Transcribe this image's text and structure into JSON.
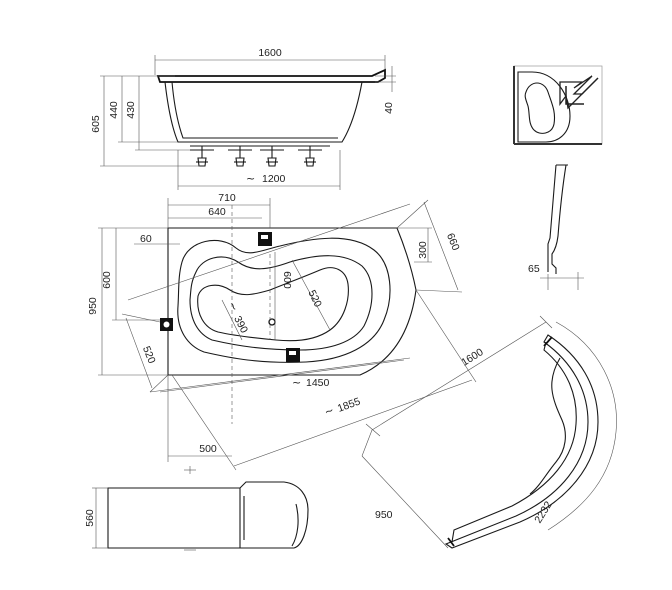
{
  "dimensions": {
    "side_length": "1600",
    "side_height_total": "605",
    "side_height_440": "440",
    "side_height_430": "430",
    "rim_40": "40",
    "legs_span": "1200",
    "top_width_710": "710",
    "top_width_640": "640",
    "drain_offset_60": "60",
    "top_height_600": "600",
    "inner_height_600": "600",
    "top_overall_950": "950",
    "diag_520_left": "520",
    "diag_520_inner": "520",
    "diag_390": "390",
    "diag_300": "300",
    "diag_660": "660",
    "diag_1450": "1450",
    "diag_1855": "1855",
    "bottom_500": "500",
    "front_height_560": "560",
    "panel_offset_65": "65",
    "panel_length_1600": "1600",
    "panel_depth_950": "950",
    "panel_arc_2232": "2232",
    "approx_symbol": "~"
  },
  "icons": [
    "corner-location-thumbnail-icon",
    "arrow-icon",
    "faucet-icon"
  ]
}
